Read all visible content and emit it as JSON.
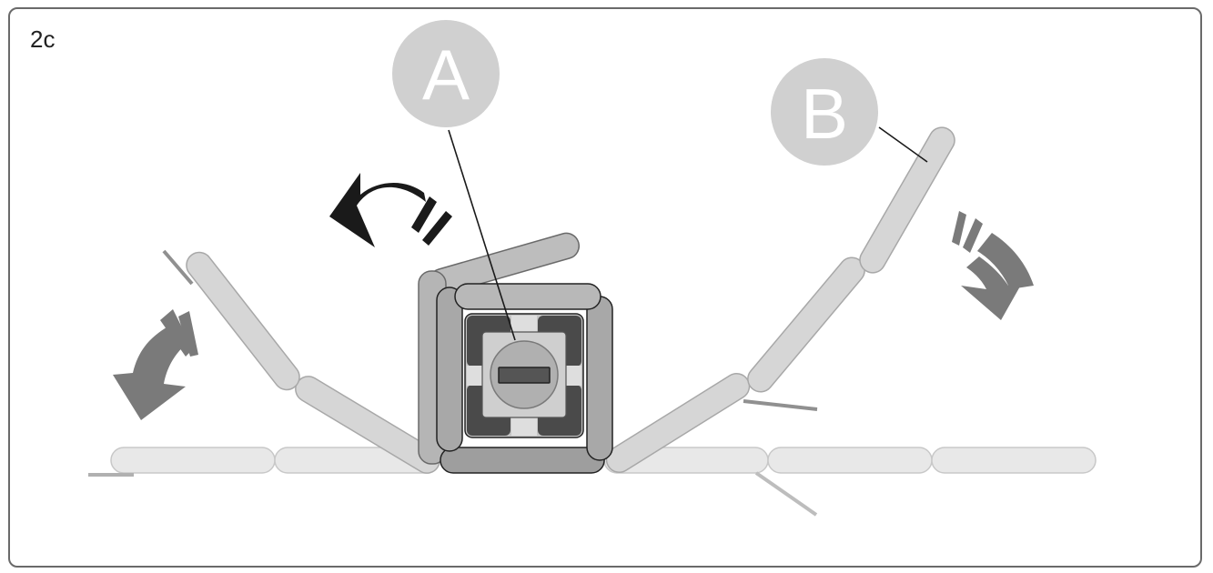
{
  "step_label": "2c",
  "callouts": {
    "a": {
      "label": "A"
    },
    "b": {
      "label": "B"
    }
  },
  "colors": {
    "frame": "#6a6a6a",
    "bar_light": "#e6e6e6",
    "bar_mid": "#d6d6d6",
    "cube_dark": "#9a9a9a",
    "module_dark": "#4a4a4a",
    "arrow_black": "#1a1a1a",
    "arrow_gray": "#7a7a7a",
    "callout_fill": "#d0d0d0"
  }
}
